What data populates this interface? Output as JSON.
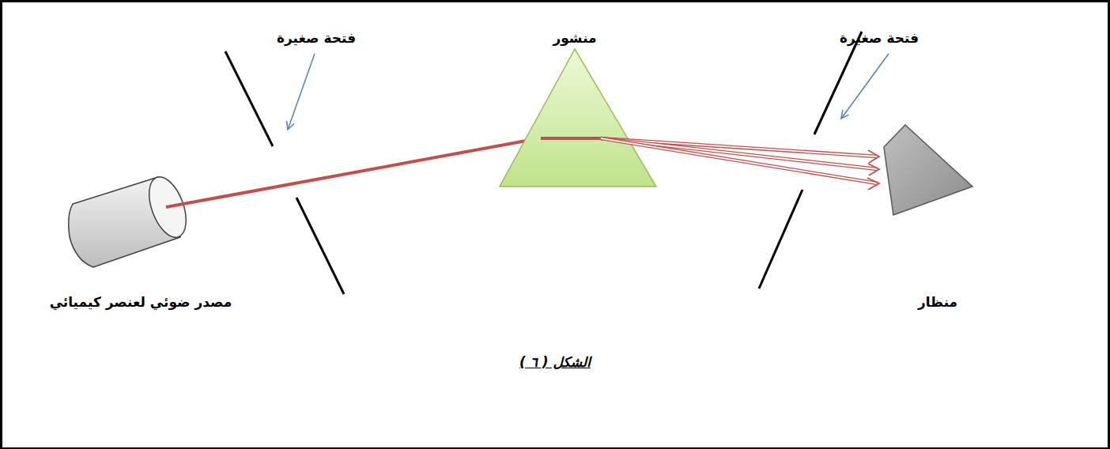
{
  "diagram": {
    "caption": "الشكل ( ٦ )",
    "labels": [
      "فتحة صغيرة",
      "منشور",
      "فتحة صغيرة",
      "مصدر ضوئي لعنصر كيميائي",
      "منظار"
    ]
  }
}
